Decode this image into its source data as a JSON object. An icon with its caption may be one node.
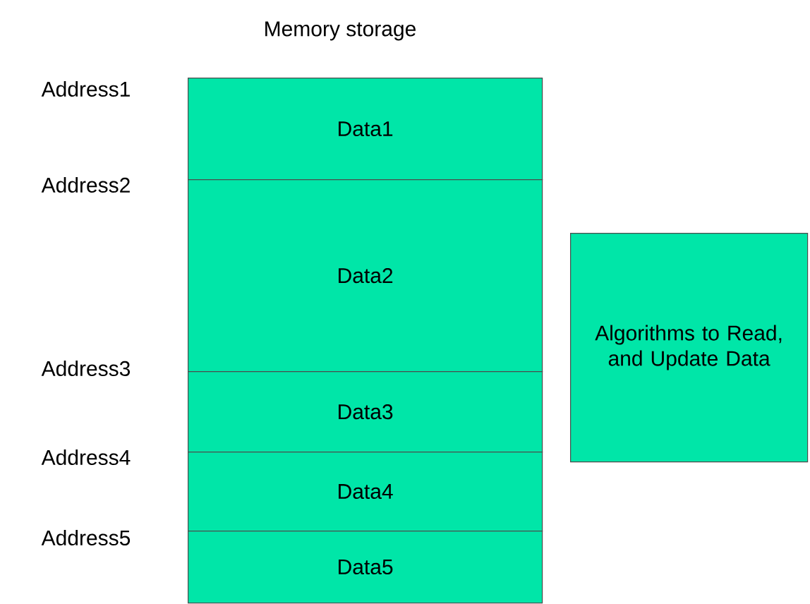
{
  "diagram": {
    "title": "Memory storage",
    "nodes": [
      {
        "text": [
          "Data1"
        ]
      },
      {
        "text": [
          "Data2"
        ]
      },
      {
        "text": [
          "Data3"
        ]
      },
      {
        "text": [
          "Data4"
        ]
      },
      {
        "text": [
          "Data5"
        ]
      },
      {
        "text": [
          "Algorithms to Read, and Update Data"
        ]
      }
    ],
    "labels": [
      "Address1",
      "Address2",
      "Address3",
      "Address4",
      "Address5"
    ]
  }
}
